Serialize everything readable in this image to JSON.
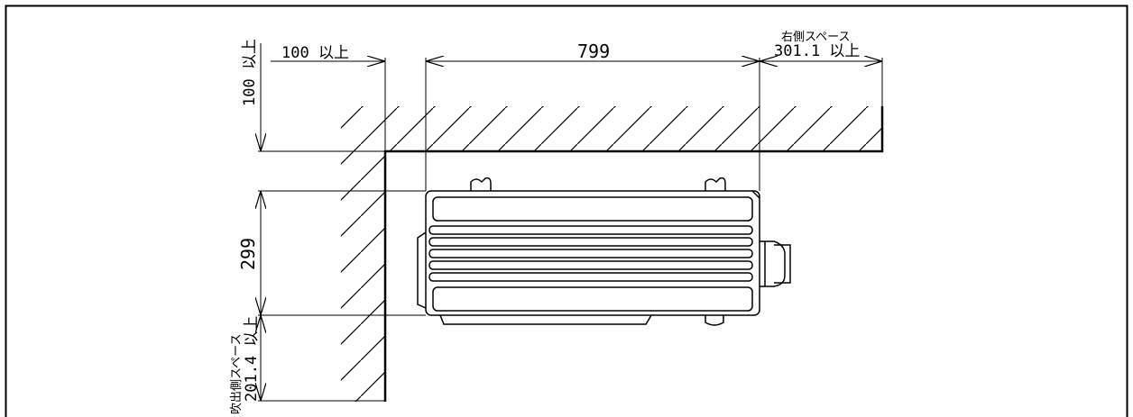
{
  "drawing": {
    "dimensions": {
      "top_left_clearance": "100 以上",
      "unit_width": "799",
      "right_space_title": "右側スペース",
      "right_space_value": "301.1 以上",
      "top_clearance": "100 以上",
      "unit_depth": "299",
      "outlet_space_title": "吹出側スペース",
      "outlet_space_value": "201.4 以上"
    },
    "colors": {
      "line": "#000000",
      "background": "#ffffff"
    }
  }
}
